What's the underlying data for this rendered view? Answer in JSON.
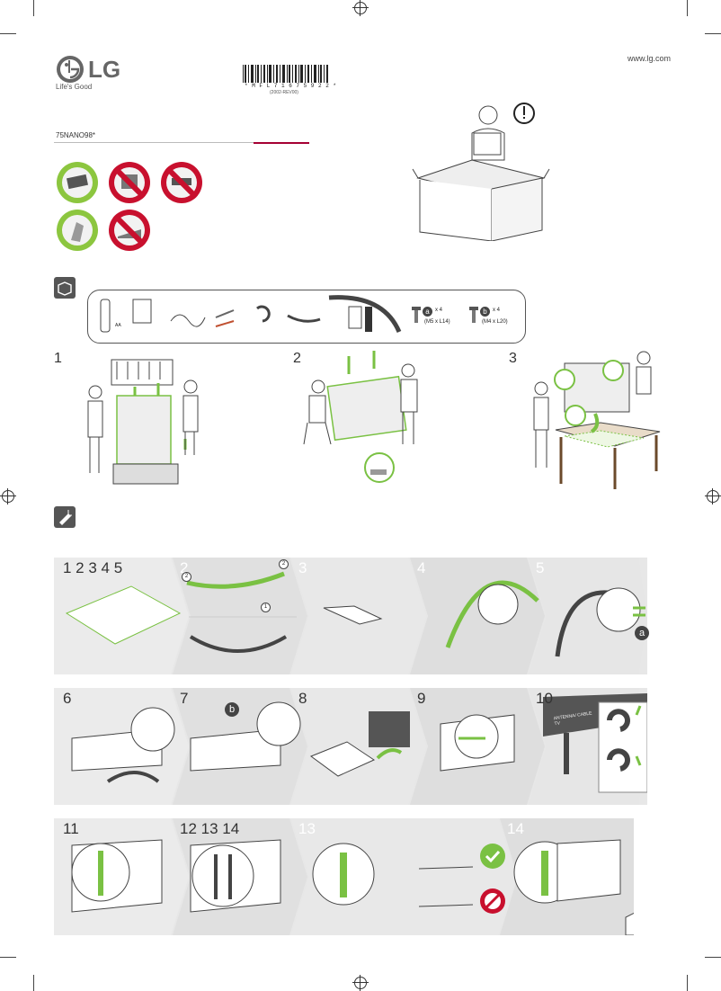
{
  "header": {
    "website": "www.lg.com",
    "brand": "LG",
    "tagline": "Life's Good",
    "model": "75NANO98*",
    "barcode_text": "* M F L 7 1 6 7 5 9 2 2 *",
    "barcode_rev": "(2002-REV00)"
  },
  "parts": {
    "screw_a_letter": "a",
    "screw_a_qty": "x 4",
    "screw_a_size": "(M5 x L14)",
    "screw_b_letter": "b",
    "screw_b_qty": "x 4",
    "screw_b_size": "(M4 x L20)",
    "remote_batteries": "AA"
  },
  "unpack_steps": [
    "1",
    "2",
    "3"
  ],
  "assembly": {
    "row1": [
      "1 2 3 4 5",
      "2",
      "3",
      "4",
      "5"
    ],
    "row2": [
      "6",
      "7",
      "8",
      "9",
      "10"
    ],
    "row3": [
      "11",
      "12 13 14",
      "13",
      "14"
    ],
    "callout_a": "a",
    "callout_b": "b",
    "antenna_label": "ANTENNA/ CABLE TV",
    "numbered_marks": [
      "2",
      "2",
      "1"
    ]
  },
  "colors": {
    "accent_green": "#7ac143",
    "warning_red": "#c8102e",
    "lg_red": "#a50034"
  }
}
